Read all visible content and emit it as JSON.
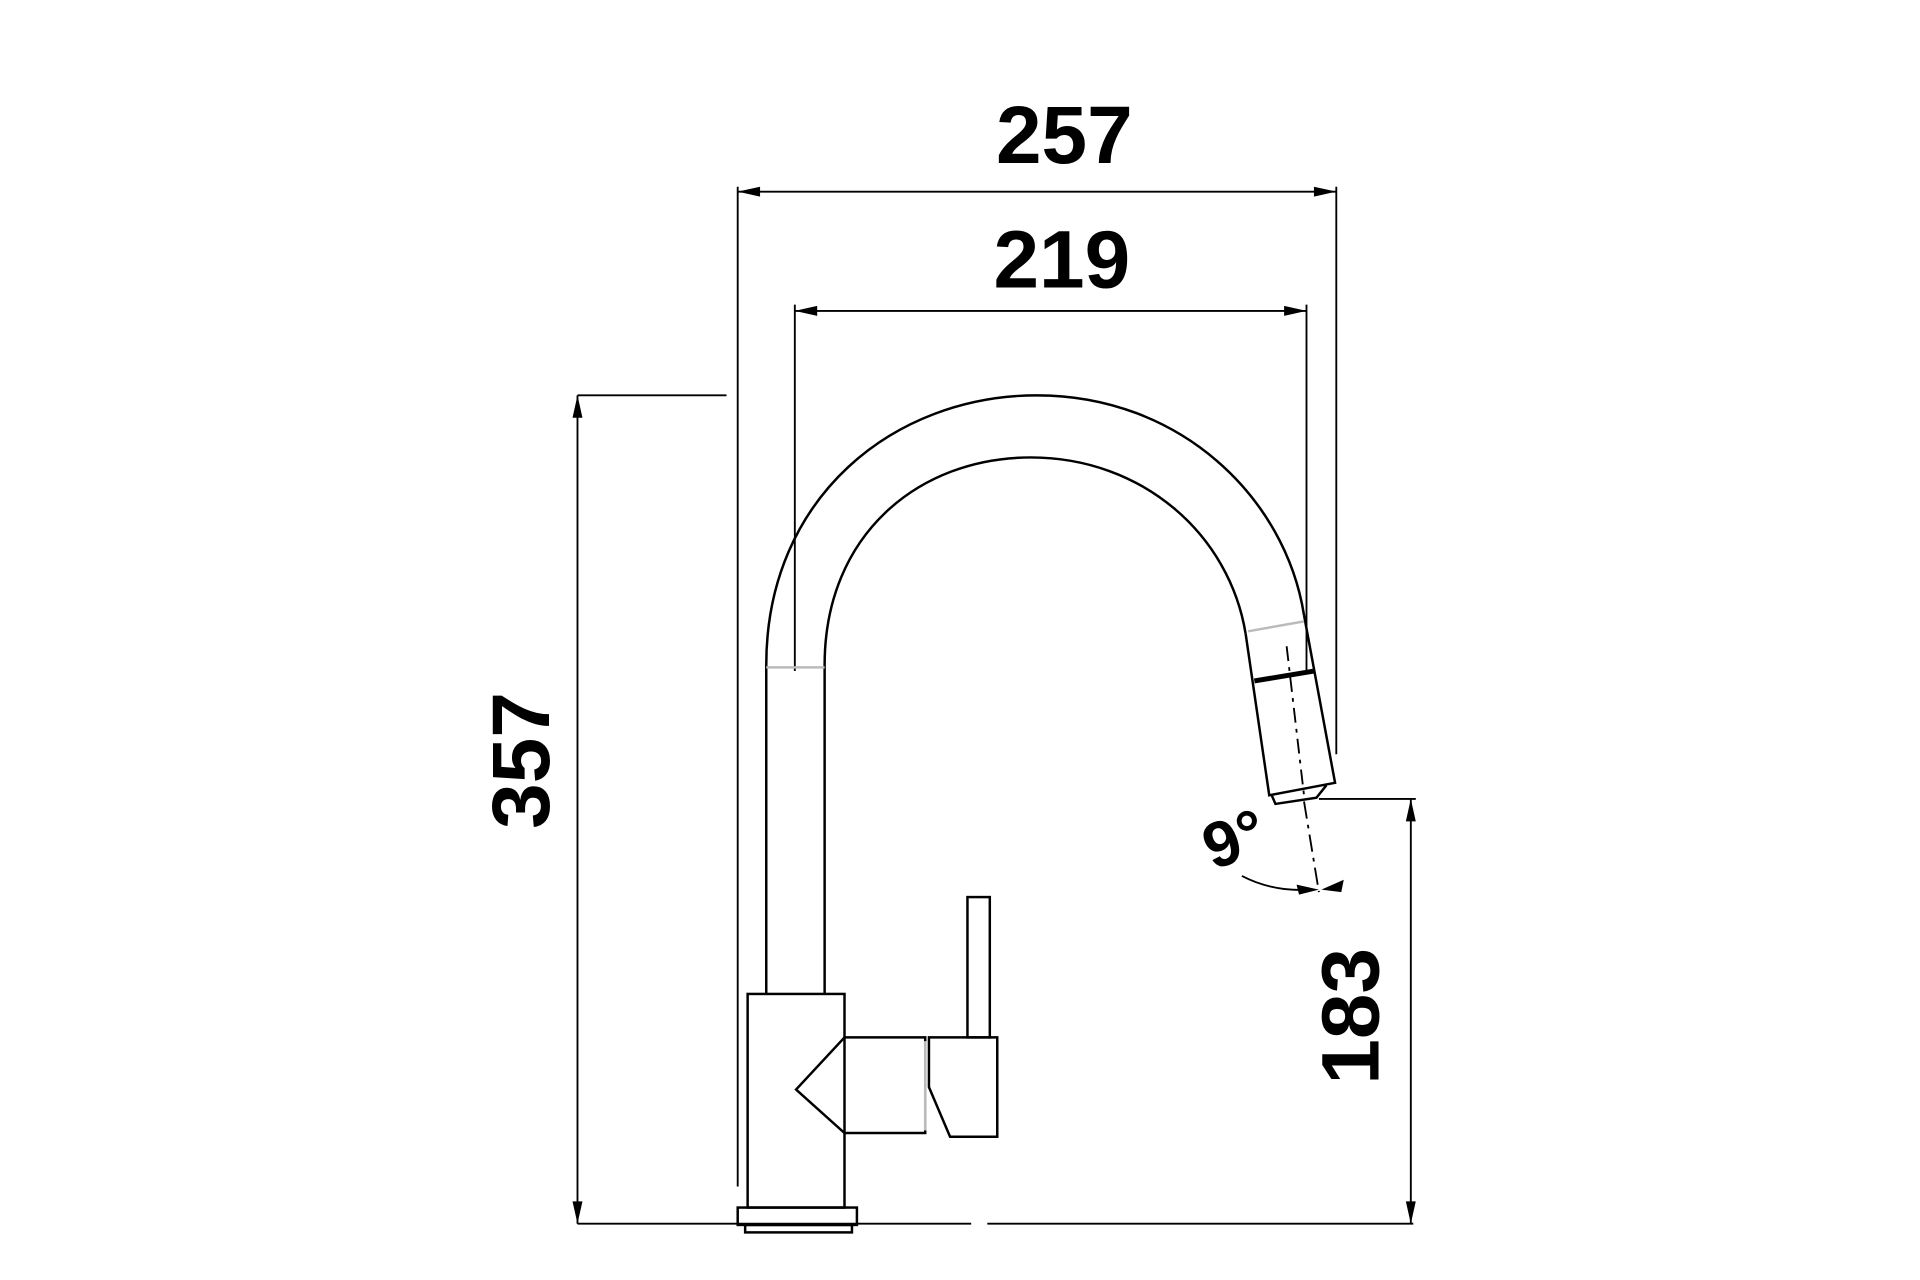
{
  "dimensions": {
    "total_reach": "257",
    "spout_reach": "219",
    "total_height": "357",
    "spout_height": "183",
    "spout_angle": "9°"
  },
  "colors": {
    "line": "#000000",
    "accent_line": "#bbbbbb",
    "background": "#ffffff"
  }
}
